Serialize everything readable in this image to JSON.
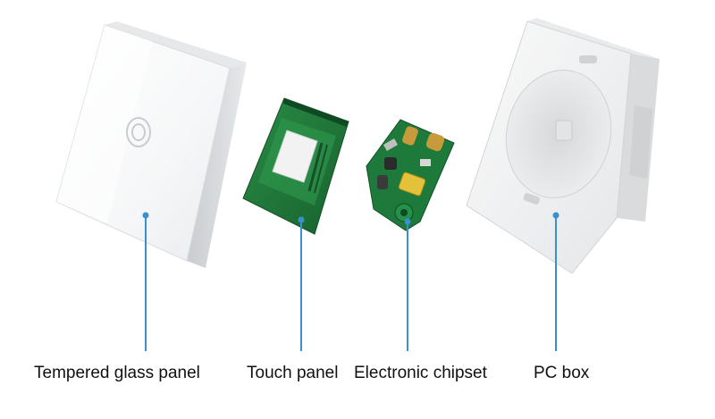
{
  "labels": {
    "glass_panel": "Tempered glass panel",
    "touch_panel": "Touch panel",
    "chipset": "Electronic chipset",
    "pc_box": "PC box"
  },
  "colors": {
    "leader_line": "#3a8fd0",
    "pcb_green": "#1f7a3a",
    "panel_white": "#f4f5f6",
    "label_text": "#111111"
  },
  "icons": {
    "touch_button": "concentric-circle-button-icon"
  }
}
